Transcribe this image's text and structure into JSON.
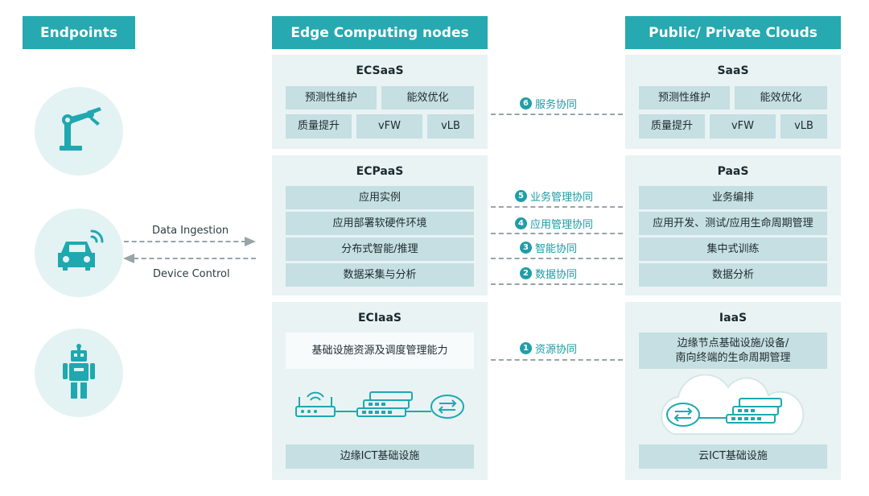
{
  "headers": {
    "endpoints": "Endpoints",
    "edge": "Edge Computing nodes",
    "cloud": "Public/ Private Clouds"
  },
  "edge": {
    "ecsaas": {
      "title": "ECSaaS",
      "row1": [
        "预测性维护",
        "能效优化"
      ],
      "row2": [
        "质量提升",
        "vFW",
        "vLB"
      ]
    },
    "ecpaas": {
      "title": "ECPaaS",
      "rows": [
        "应用实例",
        "应用部署软硬件环境",
        "分布式智能/推理",
        "数据采集与分析"
      ]
    },
    "eciaas": {
      "title": "ECIaaS",
      "resource": "基础设施资源及调度管理能力",
      "infra": "边缘ICT基础设施"
    }
  },
  "cloud": {
    "saas": {
      "title": "SaaS",
      "row1": [
        "预测性维护",
        "能效优化"
      ],
      "row2": [
        "质量提升",
        "vFW",
        "vLB"
      ]
    },
    "paas": {
      "title": "PaaS",
      "rows": [
        "业务编排",
        "应用开发、测试/应用生命周期管理",
        "集中式训练",
        "数据分析"
      ]
    },
    "iaas": {
      "title": "IaaS",
      "lifecycle_line1": "边缘节点基础设施/设备/",
      "lifecycle_line2": "南向终端的生命周期管理",
      "infra": "云ICT基础设施"
    }
  },
  "links": {
    "data_ingestion": "Data Ingestion",
    "device_control": "Device Control"
  },
  "collab": [
    {
      "num": "6",
      "label": "服务协同"
    },
    {
      "num": "5",
      "label": "业务管理协同"
    },
    {
      "num": "4",
      "label": "应用管理协同"
    },
    {
      "num": "3",
      "label": "智能协同"
    },
    {
      "num": "2",
      "label": "数据协同"
    },
    {
      "num": "1",
      "label": "资源协同"
    }
  ],
  "colors": {
    "accent": "#26a9b0",
    "icon": "#1fa8b0",
    "panel": "#e9f3f4",
    "cell": "#c5dfe2"
  },
  "icons": [
    "robot-arm-icon",
    "connected-car-icon",
    "humanoid-robot-icon",
    "wifi-router-icon",
    "network-switch-icon",
    "router-icon",
    "cloud-icon"
  ]
}
